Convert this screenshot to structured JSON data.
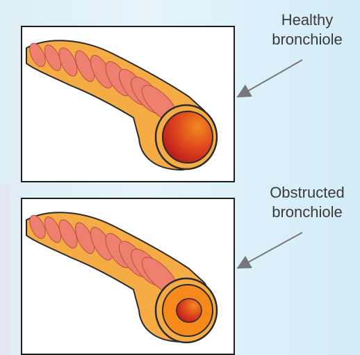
{
  "labels": {
    "healthy": [
      "Healthy",
      "bronchiole"
    ],
    "obstructed": [
      "Obstructed",
      "bronchiole"
    ]
  },
  "colors": {
    "tube_orange": "#f5ac45",
    "tube_outline": "#2a2a2a",
    "ring_pink": "#ef7f6f",
    "lumen_red": "#cc1f1f",
    "arrow_grey": "#777777"
  }
}
